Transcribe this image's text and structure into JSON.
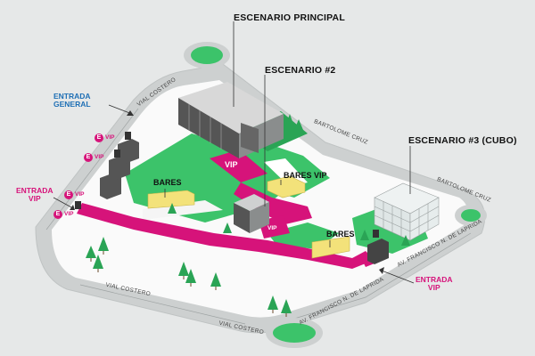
{
  "stages": {
    "principal": "ESCENARIO PRINCIPAL",
    "dos": "ESCENARIO #2",
    "tres": "ESCENARIO #3 (CUBO)"
  },
  "bars": {
    "bares_left": "BARES",
    "bares_vip": "BARES VIP",
    "bares_right": "BARES"
  },
  "entrances": {
    "general_line1": "ENTRADA",
    "general_line2": "GENERAL",
    "vip_left_line1": "ENTRADA",
    "vip_left_line2": "VIP",
    "vip_right_line1": "ENTRADA",
    "vip_right_line2": "VIP"
  },
  "zones": {
    "vip_main": "VIP",
    "vip_small": "VIP"
  },
  "credential_badges": [
    {
      "letter": "E",
      "label": "VIP"
    },
    {
      "letter": "E",
      "label": "VIP"
    },
    {
      "letter": "E",
      "label": "VIP"
    },
    {
      "letter": "E",
      "label": "VIP"
    }
  ],
  "roads": {
    "costero_top": "VIAL COSTERO",
    "costero_bottom_1": "VIAL COSTERO",
    "costero_bottom_2": "VIAL COSTERO",
    "bartolome_1": "BARTOLOME CRUZ",
    "bartolome_2": "BARTOLOME CRUZ",
    "laprida_1": "AV. FRANCISCO N. DE LAPRIDA",
    "laprida_2": "AV. FRANCISCO N. DE LAPRIDA"
  },
  "colors": {
    "grass": "#3cc36a",
    "grass_dark": "#2aa455",
    "magenta": "#d6137a",
    "blue_label": "#1e6fb5",
    "bar_yellow": "#f3e27a",
    "ground": "#ffffff",
    "road": "#c9cccc"
  }
}
